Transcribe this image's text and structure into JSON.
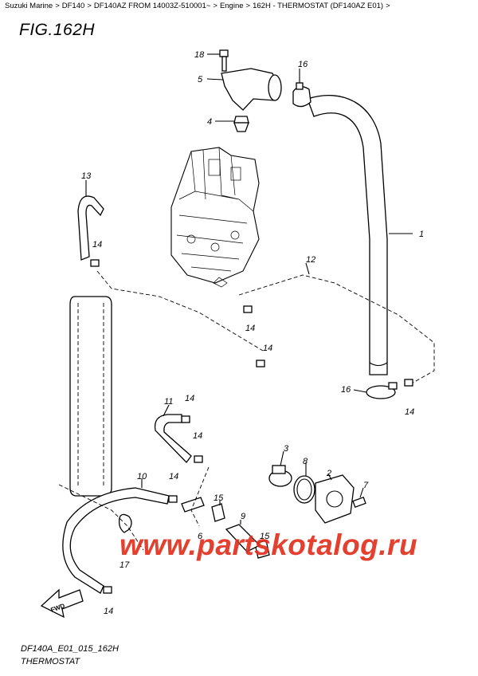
{
  "breadcrumb": {
    "items": [
      "Suzuki Marine",
      "DF140",
      "DF140AZ FROM 14003Z-510001~",
      "Engine",
      "162H - THERMOSTAT (DF140AZ E01)"
    ],
    "separator": ">",
    "trailing": ">"
  },
  "figure": {
    "title": "FIG.162H",
    "code": "DF140A_E01_015_162H",
    "caption": "THERMOSTAT"
  },
  "callouts": {
    "c1": "1",
    "c2": "2",
    "c3": "3",
    "c4": "4",
    "c5": "5",
    "c6": "6",
    "c7": "7",
    "c8": "8",
    "c9": "9",
    "c10": "10",
    "c11": "11",
    "c12": "12",
    "c13": "13",
    "c14": "14",
    "c15": "15",
    "c16": "16",
    "c17": "17",
    "c18": "18"
  },
  "fwd_label": "FWD",
  "watermark": "www.partskotalog.ru",
  "colors": {
    "watermark": "#e1301f",
    "ink": "#000000",
    "background": "#ffffff"
  }
}
